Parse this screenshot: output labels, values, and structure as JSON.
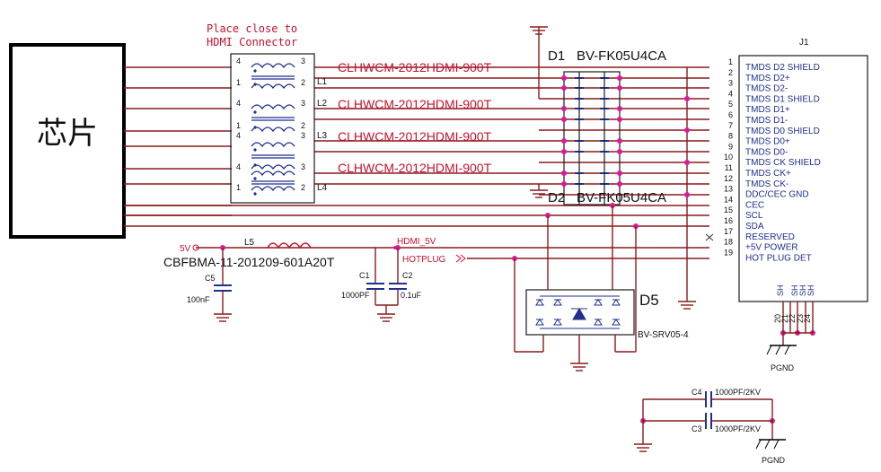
{
  "chip": {
    "label": "芯片"
  },
  "note": {
    "line1": "Place close to",
    "line2": "HDMI Connector"
  },
  "chokes": {
    "part": "CLHWCM-2012HDMI-900T",
    "refs": [
      "L1",
      "L2",
      "L3",
      "L4"
    ],
    "pins": {
      "p1": "1",
      "p2": "2",
      "p3": "3",
      "p4": "4"
    }
  },
  "tvs": {
    "d1_ref": "D1",
    "d2_ref": "D2",
    "part": "BV-FK05U4CA"
  },
  "connector": {
    "ref": "J1",
    "pins": [
      {
        "num": "1",
        "name": "TMDS D2 SHIELD"
      },
      {
        "num": "2",
        "name": "TMDS D2+"
      },
      {
        "num": "3",
        "name": "TMDS D2-"
      },
      {
        "num": "4",
        "name": "TMDS D1 SHIELD"
      },
      {
        "num": "5",
        "name": "TMDS D1+"
      },
      {
        "num": "6",
        "name": "TMDS D1-"
      },
      {
        "num": "7",
        "name": "TMDS D0 SHIELD"
      },
      {
        "num": "8",
        "name": "TMDS D0+"
      },
      {
        "num": "9",
        "name": "TMDS D0-"
      },
      {
        "num": "10",
        "name": "TMDS CK SHIELD"
      },
      {
        "num": "11",
        "name": "TMDS CK+"
      },
      {
        "num": "12",
        "name": "TMDS CK-"
      },
      {
        "num": "13",
        "name": "DDC/CEC GND"
      },
      {
        "num": "14",
        "name": "CEC"
      },
      {
        "num": "15",
        "name": "SCL"
      },
      {
        "num": "16",
        "name": "SDA"
      },
      {
        "num": "17",
        "name": "RESERVED"
      },
      {
        "num": "18",
        "name": "+5V POWER"
      },
      {
        "num": "19",
        "name": "HOT PLUG DET"
      }
    ],
    "sh_label": "SH",
    "sh_pins": [
      "20",
      "21",
      "22",
      "23",
      "24"
    ]
  },
  "power": {
    "vin": "5V",
    "l5_ref": "L5",
    "l5_part": "CBFBMA-11-201209-601A20T",
    "c5_ref": "C5",
    "c5_val": "100nF",
    "c1_ref": "C1",
    "c1_val": "1000PF",
    "c2_ref": "C2",
    "c2_val": "0.1uF",
    "net_hdmi5v": "HDMI_5V",
    "net_hotplug": "HOTPLUG"
  },
  "d5": {
    "ref": "D5",
    "part": "BV-SRV05-4"
  },
  "shield_caps": {
    "c4_ref": "C4",
    "c4_val": "1000PF/2KV",
    "c3_ref": "C3",
    "c3_val": "1000PF/2KV",
    "pgnd": "PGND"
  },
  "colors": {
    "wire": "#8b1a1a",
    "label_red": "#c8102e",
    "pin_blue": "#1f2f8f",
    "dot": "#d81b9a"
  }
}
